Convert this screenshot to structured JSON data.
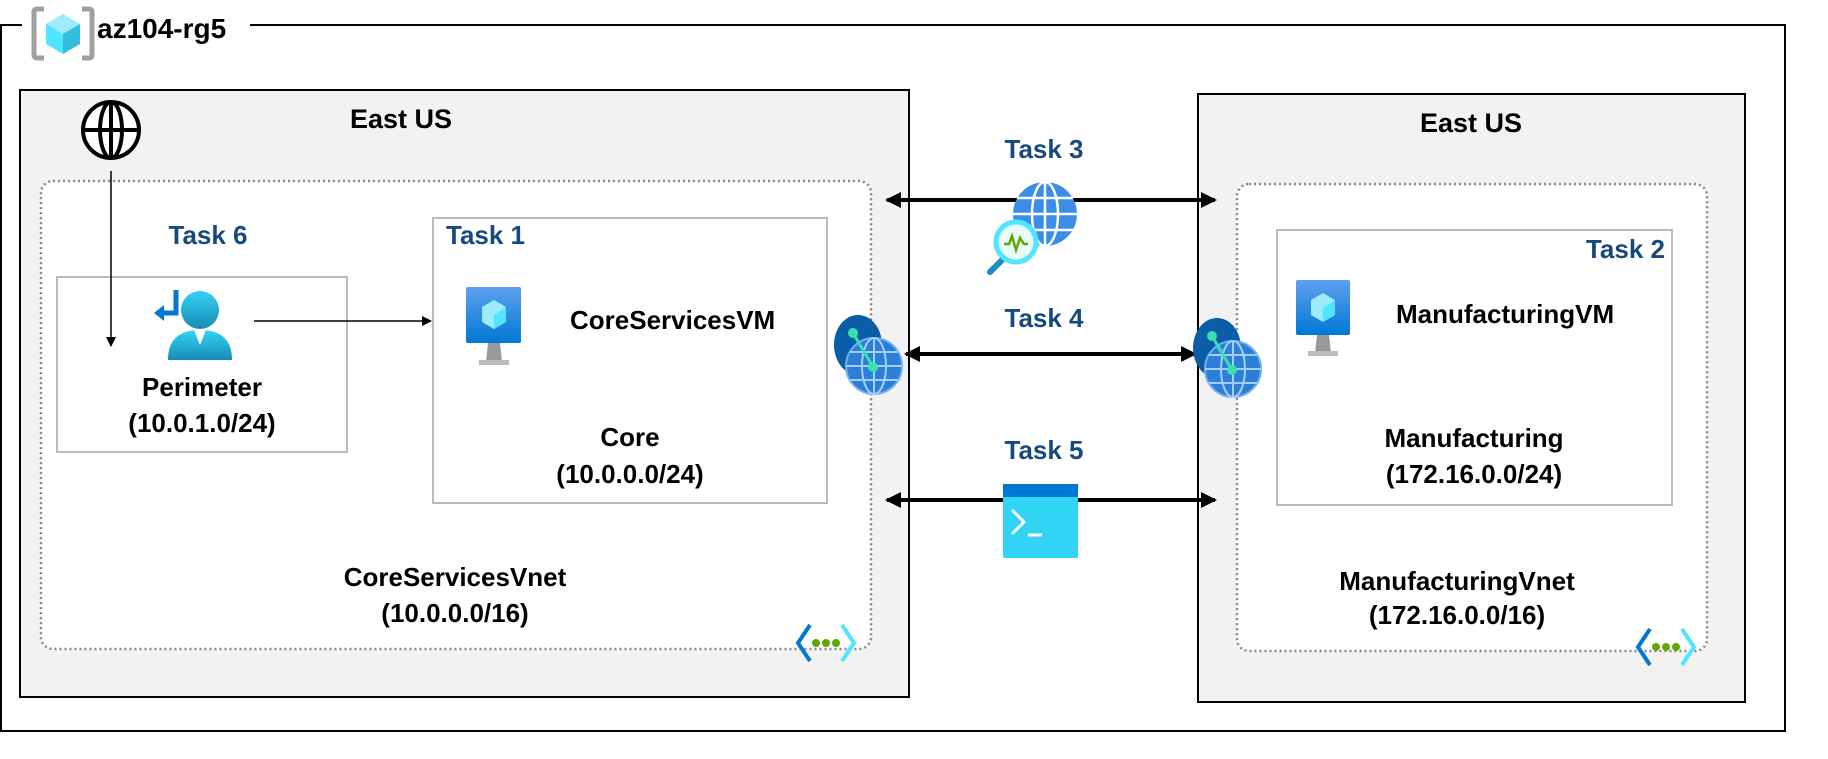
{
  "resource_group": {
    "name": "az104-rg5",
    "icon": "resource-group-icon"
  },
  "regions": [
    {
      "label": "East US"
    },
    {
      "label": "East US"
    }
  ],
  "left_vnet": {
    "name": "CoreServicesVnet",
    "cidr": "(10.0.0.0/16)",
    "subnets": {
      "perimeter": {
        "task": "Task 6",
        "name": "Perimeter",
        "cidr": "(10.0.1.0/24)"
      },
      "core": {
        "task": "Task 1",
        "vm": "CoreServicesVM",
        "name": "Core",
        "cidr": "(10.0.0.0/24)"
      }
    }
  },
  "right_vnet": {
    "name": "ManufacturingVnet",
    "cidr": "(172.16.0.0/16)",
    "subnets": {
      "manufacturing": {
        "task": "Task 2",
        "vm": "ManufacturingVM",
        "name": "Manufacturing",
        "cidr": "(172.16.0.0/24)"
      }
    }
  },
  "connections": [
    {
      "task": "Task 3",
      "icon": "network-watcher-icon"
    },
    {
      "task": "Task 4",
      "icon": "vnet-peering-icon"
    },
    {
      "task": "Task 5",
      "icon": "cloud-shell-icon"
    }
  ],
  "colors": {
    "task": "#174a7c",
    "region_fill": "#f2f2f2",
    "azure_blue": "#0078d4",
    "azure_cyan": "#32d4f5"
  }
}
